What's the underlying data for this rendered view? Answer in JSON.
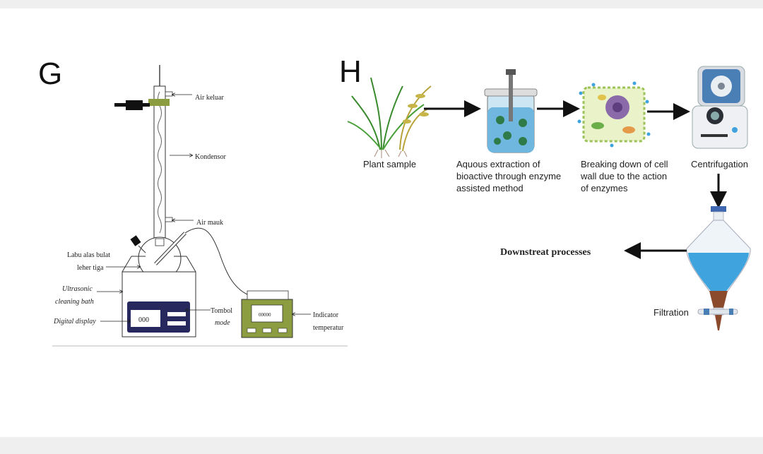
{
  "panel_g": {
    "letter": "G",
    "labels": {
      "air_keluar": "Air keluar",
      "kondensor": "Kondensor",
      "air_mauk": "Air mauk",
      "labu_line1": "Labu alas bulat",
      "labu_line2": "leher tiga",
      "ultra_line1": "Ultrasonic",
      "ultra_line2": "cleaning bath",
      "digital_display": "Digital display",
      "tombol_line1": "Tombol",
      "tombol_line2": "mode",
      "indicator_line1": "Indicator",
      "indicator_line2": "temperatur",
      "display_value": "000",
      "indicator_value": "00000"
    }
  },
  "panel_h": {
    "letter": "H",
    "steps": {
      "plant_sample": "Plant sample",
      "aqueous_line1": "Aquous extraction of",
      "aqueous_line2": "bioactive through enzyme",
      "aqueous_line3": "assisted method",
      "breaking_line1": "Breaking down of cell",
      "breaking_line2": "wall due to the action",
      "breaking_line3": "of enzymes",
      "centrifugation": "Centrifugation",
      "filtration": "Filtration",
      "downstream": "Downstreat processes"
    }
  },
  "colors": {
    "device_navy": "#27285e",
    "sensor_green": "#8c9c41",
    "water_blue": "#3fa4dd",
    "cell_purple": "#8a6aa9"
  }
}
